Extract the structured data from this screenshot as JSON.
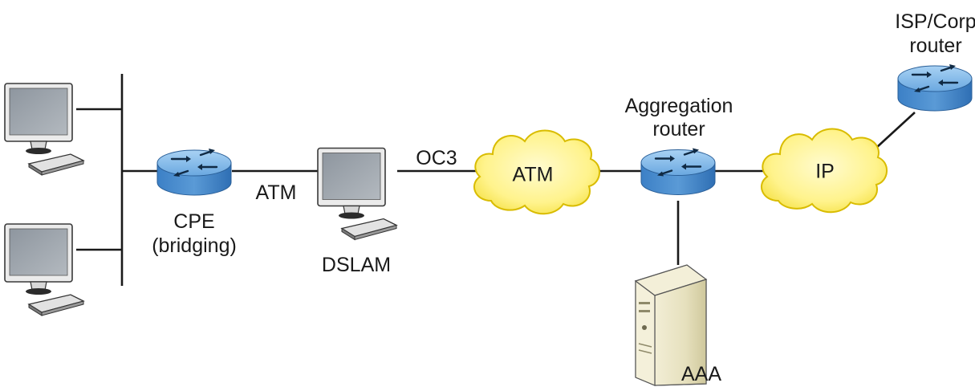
{
  "diagram": {
    "nodes": {
      "pc_top": {
        "label": ""
      },
      "pc_bottom": {
        "label": ""
      },
      "cpe_router": {
        "label_line1": "CPE",
        "label_line2": "(bridging)"
      },
      "dslam": {
        "label": "DSLAM"
      },
      "atm_cloud": {
        "label": "ATM"
      },
      "aggregation_router": {
        "label_line1": "Aggregation",
        "label_line2": "router"
      },
      "ip_cloud": {
        "label": "IP"
      },
      "isp_router": {
        "label_line1": "ISP/Corp",
        "label_line2": "router"
      },
      "aaa_server": {
        "label": "AAA"
      }
    },
    "links": {
      "cpe_dslam": {
        "label": "ATM"
      },
      "dslam_atm": {
        "label": "OC3"
      }
    },
    "colors": {
      "router_top": "#7ab4e6",
      "router_side": "#3f86cc",
      "cloud_fill": "#fff39a",
      "cloud_stroke": "#e0c400",
      "line": "#1a1a1a",
      "server_body": "#e9e4c6",
      "monitor_frame": "#e6e6e6",
      "screen": "#9da5ad"
    }
  }
}
